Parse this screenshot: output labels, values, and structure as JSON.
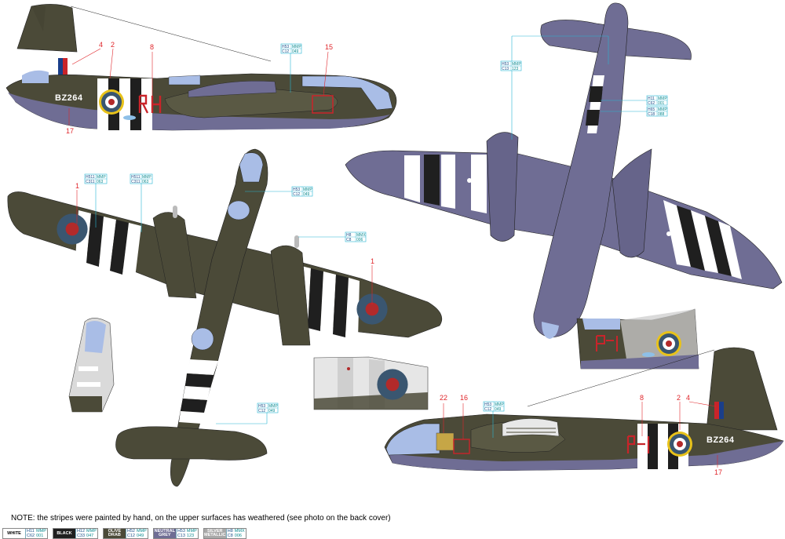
{
  "labels": {
    "n1": "1",
    "n2": "2",
    "n4": "4",
    "n8": "8",
    "n15": "15",
    "n16": "16",
    "n17": "17",
    "n22": "22"
  },
  "serial": "BZ264",
  "paint_callouts": {
    "c1": {
      "a": "H53",
      "b": "MMP",
      "c": "C12",
      "d": "049"
    },
    "c2": {
      "a": "H53",
      "b": "MMP",
      "c": "C13",
      "d": "123"
    },
    "c3": {
      "a": "H11",
      "b": "MMP",
      "c": "C62",
      "d": "001"
    },
    "c4": {
      "a": "H65",
      "b": "MMP",
      "c": "C18",
      "d": "088"
    },
    "c5": {
      "a": "H511",
      "b": "MMP",
      "c": "C311",
      "d": "063"
    },
    "c6": {
      "a": "H8",
      "b": "MMX",
      "c": "C8",
      "d": "006"
    }
  },
  "note": "NOTE: the stripes were painted by hand, on the upper surfaces has  weathered (see photo on the back cover)",
  "legend": [
    {
      "name": "WHITE",
      "gunze_h": "H11",
      "gunze_c": "C62",
      "mmp": "MMP",
      "mmp_code": "001",
      "color": "#ffffff",
      "text": "#000000"
    },
    {
      "name": "BLACK",
      "gunze_h": "H12",
      "gunze_c": "C33",
      "mmp": "MMP",
      "mmp_code": "047",
      "color": "#1f1f1f",
      "text": "#ffffff"
    },
    {
      "name": "OLIVE DRAB",
      "gunze_h": "H52",
      "gunze_c": "C12",
      "mmp": "MMP",
      "mmp_code": "049",
      "color": "#4b4a38",
      "text": "#ffffff"
    },
    {
      "name": "NEUTRAL GREY",
      "gunze_h": "H53",
      "gunze_c": "C13",
      "mmp": "MMP",
      "mmp_code": "123",
      "color": "#6f6d94",
      "text": "#ffffff"
    },
    {
      "name": "SILVER METALLIC",
      "gunze_h": "H8",
      "gunze_c": "C8",
      "mmp": "MMX",
      "mmp_code": "006",
      "color": "#a9a9a9",
      "text": "#ffffff"
    }
  ],
  "colors": {
    "olive": "#4b4a38",
    "grey": "#6f6d94",
    "white": "#ffffff",
    "black": "#1f1f1f",
    "glass": "#a9bde6",
    "roundel_blue": "#3a5670",
    "roundel_red": "#b22a2a",
    "roundel_yellow": "#e8c21a",
    "marker_red": "#e0262b",
    "leader_cyan": "#29b6d2"
  }
}
